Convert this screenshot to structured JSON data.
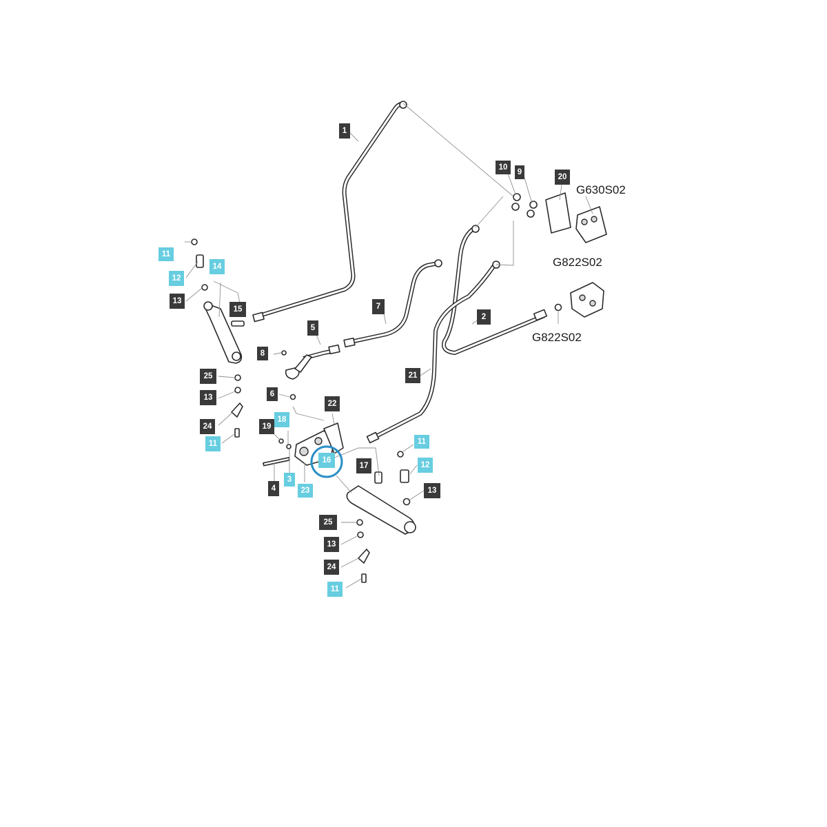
{
  "diagram": {
    "accent_color": "#67cde0",
    "label_color": "#3a3a3a",
    "highlight_color": "#2a8fc6",
    "callouts": [
      {
        "id": "c1",
        "text": "1",
        "style": "dark"
      },
      {
        "id": "c2",
        "text": "2",
        "style": "dark"
      },
      {
        "id": "c3",
        "text": "3",
        "style": "cyan"
      },
      {
        "id": "c4",
        "text": "4",
        "style": "dark"
      },
      {
        "id": "c5",
        "text": "5",
        "style": "dark"
      },
      {
        "id": "c6",
        "text": "6",
        "style": "dark"
      },
      {
        "id": "c7",
        "text": "7",
        "style": "dark"
      },
      {
        "id": "c8",
        "text": "8",
        "style": "dark"
      },
      {
        "id": "c9",
        "text": "9",
        "style": "dark"
      },
      {
        "id": "c10",
        "text": "10",
        "style": "dark"
      },
      {
        "id": "c11a",
        "text": "11",
        "style": "cyan"
      },
      {
        "id": "c11b",
        "text": "11",
        "style": "cyan"
      },
      {
        "id": "c11c",
        "text": "11",
        "style": "cyan"
      },
      {
        "id": "c11d",
        "text": "11",
        "style": "cyan"
      },
      {
        "id": "c12a",
        "text": "12",
        "style": "cyan"
      },
      {
        "id": "c12b",
        "text": "12",
        "style": "cyan"
      },
      {
        "id": "c13a",
        "text": "13",
        "style": "dark"
      },
      {
        "id": "c13b",
        "text": "13",
        "style": "dark"
      },
      {
        "id": "c13c",
        "text": "13",
        "style": "dark"
      },
      {
        "id": "c13d",
        "text": "13",
        "style": "dark"
      },
      {
        "id": "c14",
        "text": "14",
        "style": "cyan"
      },
      {
        "id": "c15",
        "text": "15",
        "style": "dark"
      },
      {
        "id": "c16",
        "text": "16",
        "style": "cyan"
      },
      {
        "id": "c17",
        "text": "17",
        "style": "dark"
      },
      {
        "id": "c18",
        "text": "18",
        "style": "cyan"
      },
      {
        "id": "c19",
        "text": "19",
        "style": "dark"
      },
      {
        "id": "c20",
        "text": "20",
        "style": "dark"
      },
      {
        "id": "c21",
        "text": "21",
        "style": "dark"
      },
      {
        "id": "c22",
        "text": "22",
        "style": "dark"
      },
      {
        "id": "c23",
        "text": "23",
        "style": "cyan"
      },
      {
        "id": "c24a",
        "text": "24",
        "style": "dark"
      },
      {
        "id": "c24b",
        "text": "24",
        "style": "dark"
      },
      {
        "id": "c25a",
        "text": "25",
        "style": "dark"
      },
      {
        "id": "c25b",
        "text": "25",
        "style": "dark"
      }
    ],
    "references": {
      "ref_g630": "G630S02",
      "ref_g822_top": "G822S02",
      "ref_g822_bottom": "G822S02"
    }
  }
}
